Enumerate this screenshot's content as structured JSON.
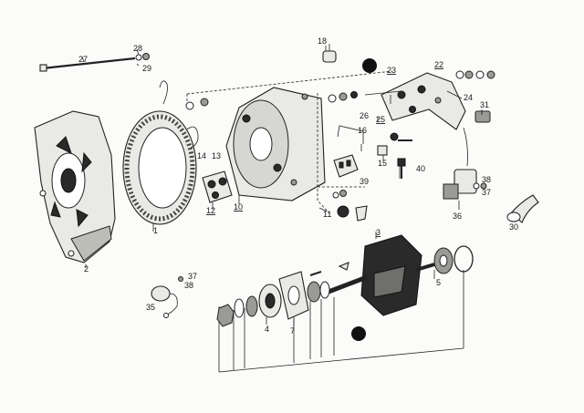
{
  "labels": {
    "l1": "1",
    "l2": "2",
    "l3": "3",
    "l4": "4",
    "l5": "5",
    "l7": "7",
    "l10": "10",
    "l11": "11",
    "l12": "12",
    "l13": "13",
    "l14": "14",
    "l15": "15",
    "l16": "16",
    "l18": "18",
    "l22": "22",
    "l23": "23",
    "l24": "24",
    "l25": "25",
    "l26": "26",
    "l27": "27",
    "l28": "28",
    "l29": "29",
    "l30": "30",
    "l31": "31",
    "l35": "35",
    "l36": "36",
    "l37a": "37",
    "l37b": "37",
    "l38a": "38",
    "l38b": "38",
    "l39": "39",
    "l40": "40"
  }
}
